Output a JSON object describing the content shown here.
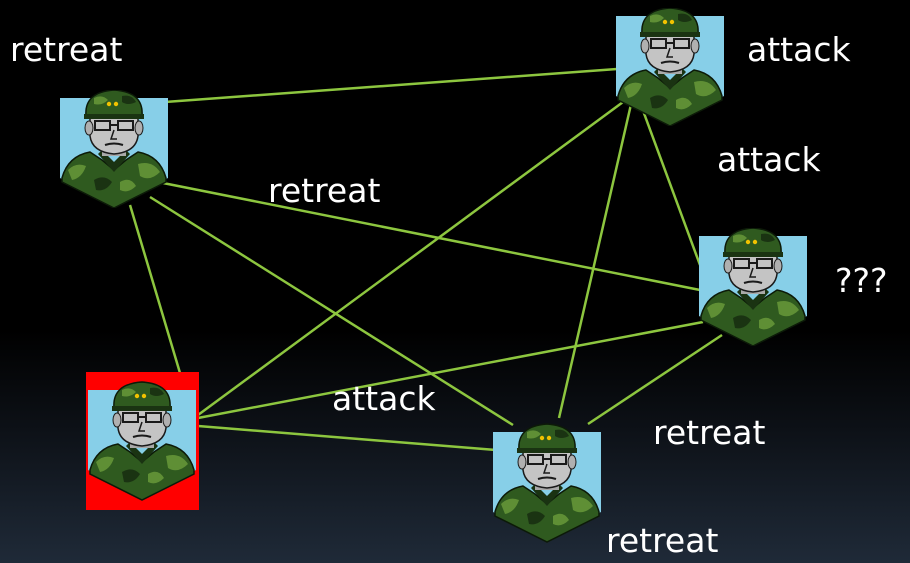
{
  "generals": [
    {
      "id": "top-left",
      "highlighted": false
    },
    {
      "id": "top-right",
      "highlighted": false
    },
    {
      "id": "right",
      "highlighted": false
    },
    {
      "id": "bottom-left",
      "highlighted": true
    },
    {
      "id": "bottom-center",
      "highlighted": false
    }
  ],
  "labels": {
    "top_left": "retreat",
    "top_right_1": "attack",
    "top_right_2": "attack",
    "middle": "retreat",
    "right": "???",
    "center": "attack",
    "bottom_right": "retreat",
    "bottom": "retreat"
  },
  "connections": [
    [
      "top-left",
      "top-right"
    ],
    [
      "top-left",
      "right"
    ],
    [
      "top-left",
      "bottom-left"
    ],
    [
      "top-left",
      "bottom-center"
    ],
    [
      "top-right",
      "right"
    ],
    [
      "top-right",
      "bottom-left"
    ],
    [
      "top-right",
      "bottom-center"
    ],
    [
      "right",
      "bottom-left"
    ],
    [
      "right",
      "bottom-center"
    ],
    [
      "bottom-left",
      "bottom-center"
    ]
  ],
  "colors": {
    "background": "#000000",
    "link": "#8dc63f",
    "highlight": "#ff0000",
    "portrait_bg": "#87cfe8",
    "uniform_dark": "#1f3d17",
    "uniform_light": "#4e7a2e",
    "skin": "#bfbfbf"
  }
}
